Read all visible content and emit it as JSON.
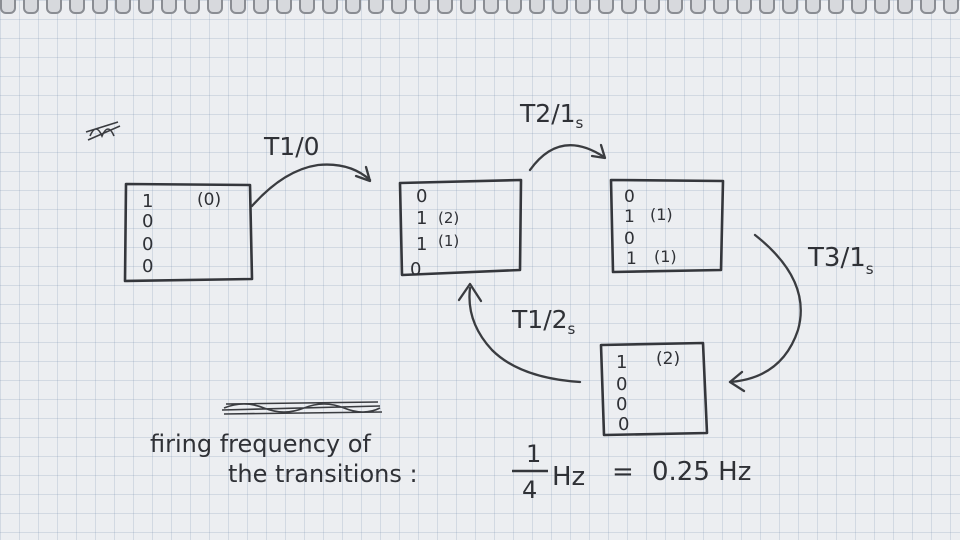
{
  "states": [
    {
      "id": "state-1",
      "tokens": [
        "1",
        "0",
        "0",
        "0"
      ],
      "annotations": [
        "(0)",
        "",
        "",
        ""
      ]
    },
    {
      "id": "state-2",
      "tokens": [
        "0",
        "1",
        "1",
        "0"
      ],
      "annotations": [
        "",
        "(2)",
        "(1)",
        ""
      ]
    },
    {
      "id": "state-3",
      "tokens": [
        "0",
        "1",
        "0",
        "1"
      ],
      "annotations": [
        "",
        "(1)",
        "",
        "(1)"
      ]
    },
    {
      "id": "state-4",
      "tokens": [
        "1",
        "0",
        "0",
        "0"
      ],
      "annotations": [
        "(2)",
        "",
        "",
        ""
      ]
    }
  ],
  "transitions": [
    {
      "name": "T1",
      "sep": "/",
      "delay": "0",
      "unit": "",
      "from": "state-1",
      "to": "state-2"
    },
    {
      "name": "T2",
      "sep": "/",
      "delay": "1",
      "unit": "s",
      "from": "state-2",
      "to": "state-3"
    },
    {
      "name": "T3",
      "sep": "/",
      "delay": "1",
      "unit": "s",
      "from": "state-3",
      "to": "state-4"
    },
    {
      "name": "T1",
      "sep": "/",
      "delay": "2",
      "unit": "s",
      "from": "state-4",
      "to": "state-2"
    }
  ],
  "firing": {
    "line1": "firing frequency of",
    "line2": "the transitions :",
    "numerator": "1",
    "denominator": "4",
    "unit": "Hz",
    "equals": "=",
    "result": "0.25 Hz"
  }
}
